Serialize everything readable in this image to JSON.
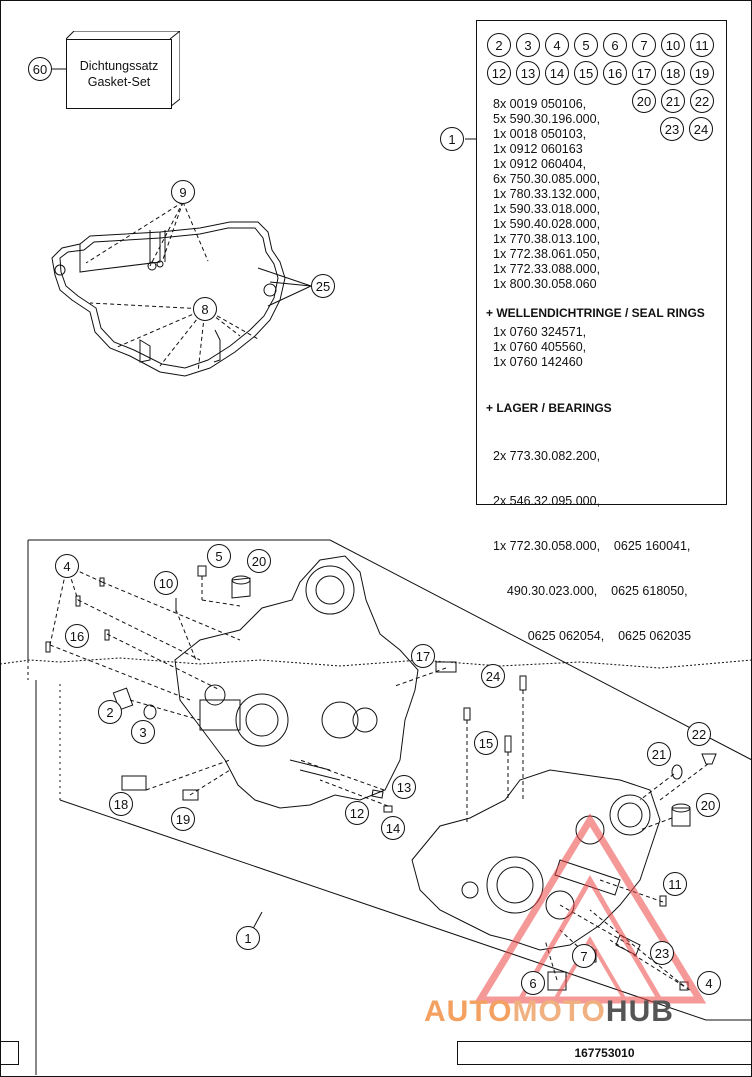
{
  "gasket_set": {
    "callout": "60",
    "line1": "Dichtungssatz",
    "line2": "Gasket-Set"
  },
  "parts_box": {
    "callout": "1",
    "grid_callouts": [
      "2",
      "3",
      "4",
      "5",
      "6",
      "7",
      "10",
      "11",
      "12",
      "13",
      "14",
      "15",
      "16",
      "17",
      "18",
      "19",
      "20",
      "21",
      "22",
      "23",
      "24"
    ],
    "parts_list": [
      "8x 0019 050106,",
      "5x 590.30.196.000,",
      "1x 0018 050103,",
      "1x 0912 060163",
      "1x 0912 060404,",
      "6x 750.30.085.000,",
      "1x 780.33.132.000,",
      "1x 590.33.018.000,",
      "1x 590.40.028.000,",
      "1x 770.38.013.100,",
      "1x 772.38.061.050,",
      "1x 772.33.088.000,",
      "1x 800.30.058.060"
    ],
    "seal_header": "+ WELLENDICHTRINGE / SEAL RINGS",
    "seal_list": [
      "1x 0760 324571,",
      "1x 0760 405560,",
      "1x 0760 142460"
    ],
    "bearing_header": "+ LAGER / BEARINGS",
    "bearing_list": [
      "2x 773.30.082.200,",
      "2x 546.32.095.000,",
      "1x 772.30.058.000,    0625 160041,",
      "    490.30.023.000,    0625 618050,",
      "          0625 062054,    0625 062035"
    ]
  },
  "gasket_callouts": {
    "c9": "9",
    "c8": "8",
    "c25": "25"
  },
  "engine_callouts": {
    "c4a": "4",
    "c16": "16",
    "c5": "5",
    "c20a": "20",
    "c10": "10",
    "c2": "2",
    "c3": "3",
    "c17": "17",
    "c24": "24",
    "c15": "15",
    "c13": "13",
    "c12": "12",
    "c14": "14",
    "c18": "18",
    "c19": "19",
    "c22": "22",
    "c21": "21",
    "c20b": "20",
    "c11": "11",
    "c1": "1",
    "c23": "23",
    "c7": "7",
    "c6": "6",
    "c4b": "4"
  },
  "reference_number": "167753010",
  "watermark": {
    "part1": "AUTO",
    "part2": "MOTO",
    "part3": "HUB"
  }
}
